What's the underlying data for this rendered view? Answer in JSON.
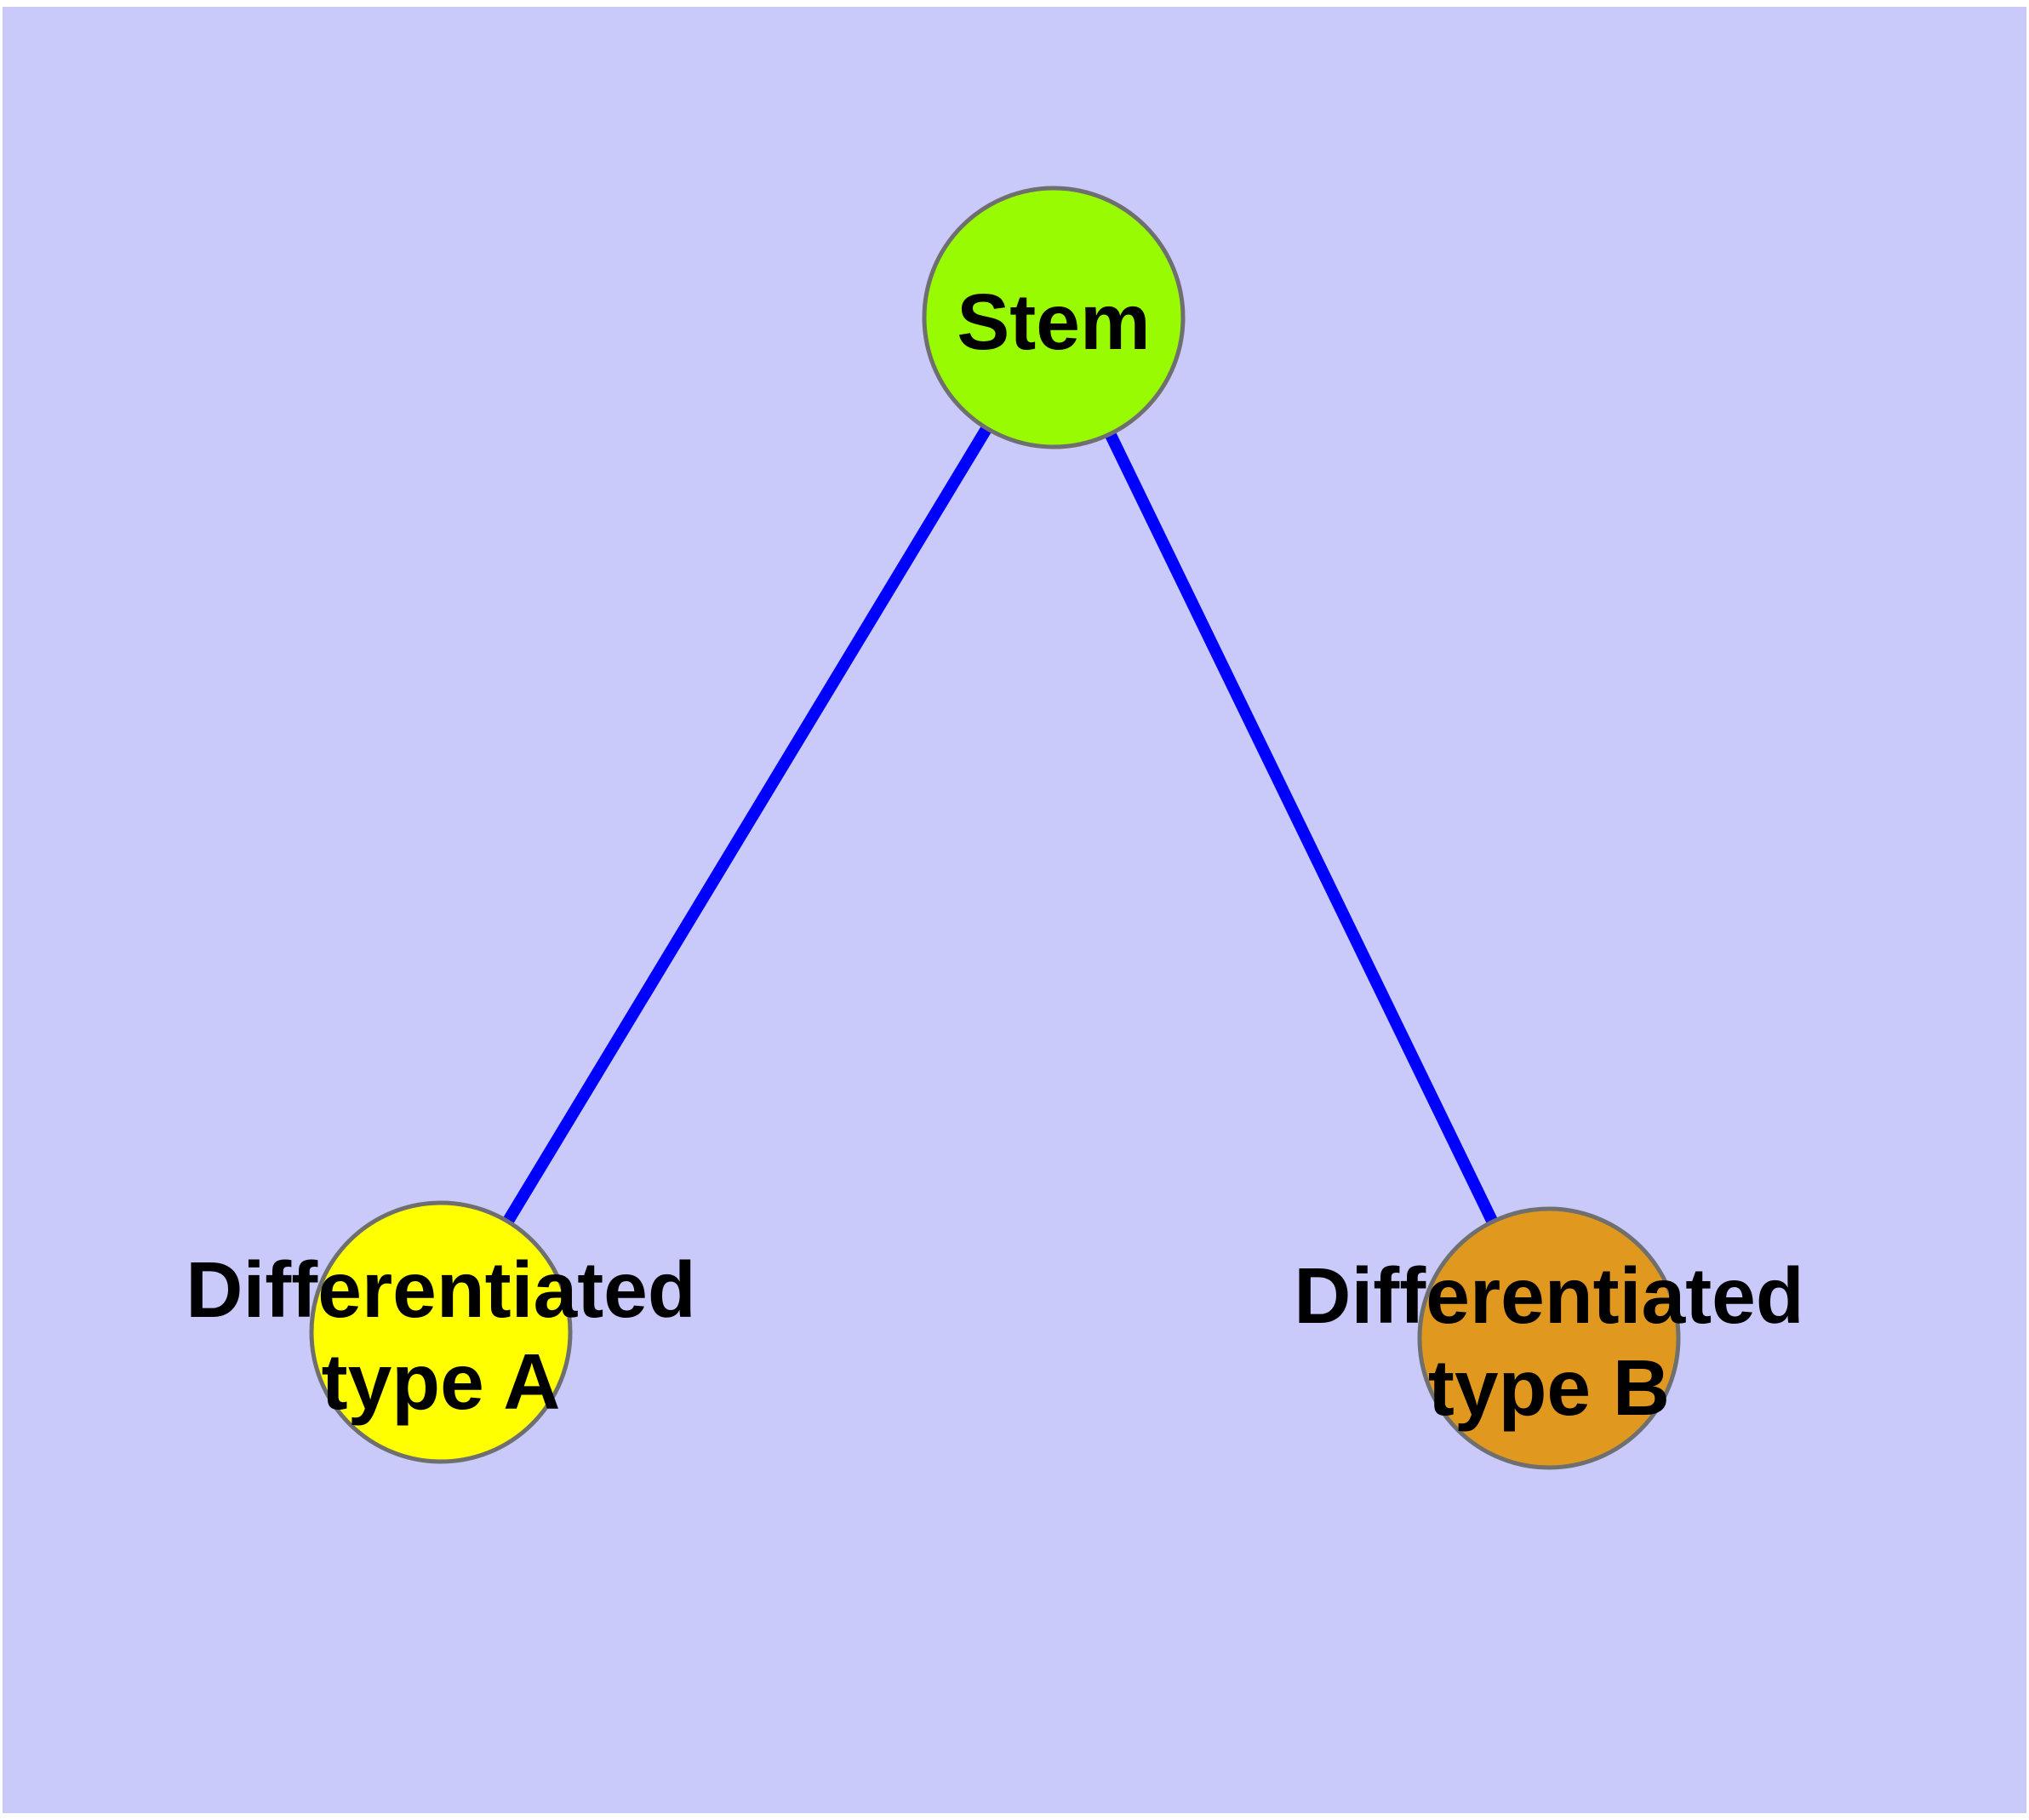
{
  "figure": {
    "type": "node-link-graph",
    "background_color": "#C9C9FA",
    "margin_color": "#FFFFFF",
    "edge_color": "#0000FF",
    "node_border_color": "#6F6F6F",
    "label_color": "#000000",
    "nodes": {
      "stem": {
        "label": "Stem",
        "fill": "#99FB01"
      },
      "type_a": {
        "label_line1": "Differentiated",
        "label_line2": "type A",
        "fill": "#FFFF00"
      },
      "type_b": {
        "label_line1": "Differentiated",
        "label_line2": "type B",
        "fill": "#E0991E"
      }
    },
    "edges": [
      {
        "from": "Stem",
        "to": "Differentiated type A"
      },
      {
        "from": "Stem",
        "to": "Differentiated type B"
      }
    ]
  }
}
